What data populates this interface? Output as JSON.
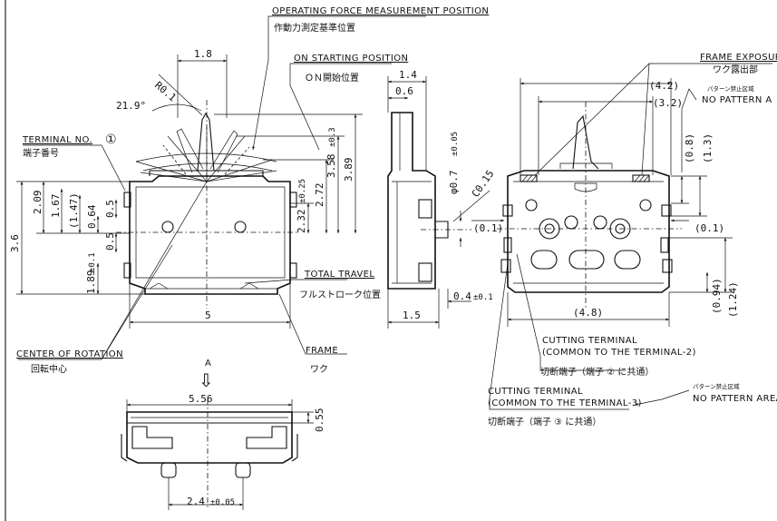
{
  "labels": {
    "operating_force_en": "OPERATING FORCE MEASUREMENT POSITION",
    "operating_force_jp": "作動力測定基準位置",
    "on_start_en": "ON STARTING POSITION",
    "on_start_jp": "ＯＮ開始位置",
    "frame_exposure_en": "FRAME EXPOSURE PA",
    "frame_exposure_jp": "ワク露出部",
    "pattern_jp": "パターン禁止区域",
    "no_pattern_a": "NO PATTERN A",
    "terminal_no_en": "TERMINAL NO.",
    "terminal_no_num": "①",
    "terminal_no_jp": "端子番号",
    "total_travel_en": "TOTAL TRAVEL",
    "total_travel_jp": "フルストローク位置",
    "center_rotation_en": "CENTER OF ROTATION",
    "center_rotation_jp": "回転中心",
    "frame_en": "FRAME",
    "frame_jp": "ワク",
    "cut_term_2_l1": "CUTTING TERMINAL",
    "cut_term_2_l2": "(COMMON TO THE TERMINAL-2)",
    "cut_term_2_jp": "切断端子（端子 ② に共通）",
    "cut_term_3_l1": "CUTTING TERMINAL",
    "cut_term_3_l2": "(COMMON TO THE TERMINAL-3)",
    "cut_term_3_jp": "切断端子（端子 ③ に共通）",
    "pattern_jp_2": "パターン禁止区域",
    "no_pattern_area": "NO PATTERN AREA",
    "view_a": "A",
    "view_arrow": "⇩"
  },
  "dimensions": {
    "d_1_8": "1.8",
    "d_r0_1": "R0.1",
    "d_21_9": "21.9°",
    "d_2_09": "2.09",
    "d_1_67": "1.67",
    "d_1_47": "(1.47)",
    "d_0_64": "0.64",
    "d_0_5a": "0.5",
    "d_0_5b": "0.5",
    "d_3_6": "3.6",
    "d_1_89": "1.89",
    "d_1_89_tol": "±0.1",
    "d_5": "5",
    "d_2_32": "2.32",
    "d_2_32_tol": "±0.25",
    "d_2_72": "2.72",
    "d_3_58": "3.58",
    "d_3_58_tol": "±0.3",
    "d_3_89": "3.89",
    "d_1_4": "1.4",
    "d_0_6": "0.6",
    "d_0_7": "φ0.7",
    "d_0_7_tol": "±0.05",
    "d_c0_15": "C0.15",
    "d_0_4": "0.4",
    "d_0_4_tol": "±0.1",
    "d_1_5": "1.5",
    "d_4_2": "(4.2)",
    "d_3_2": "(3.2)",
    "d_0_8": "(0.8)",
    "d_1_3": "(1.3)",
    "d_0_1a": "(0.1)",
    "d_0_1b": "(0.1)",
    "d_0_94": "(0.94)",
    "d_1_24": "(1.24)",
    "d_4_8": "(4.8)",
    "d_5_56": "5.56",
    "d_0_55": "0.55",
    "d_2_4": "2.4",
    "d_2_4_tol": "±0.05"
  }
}
